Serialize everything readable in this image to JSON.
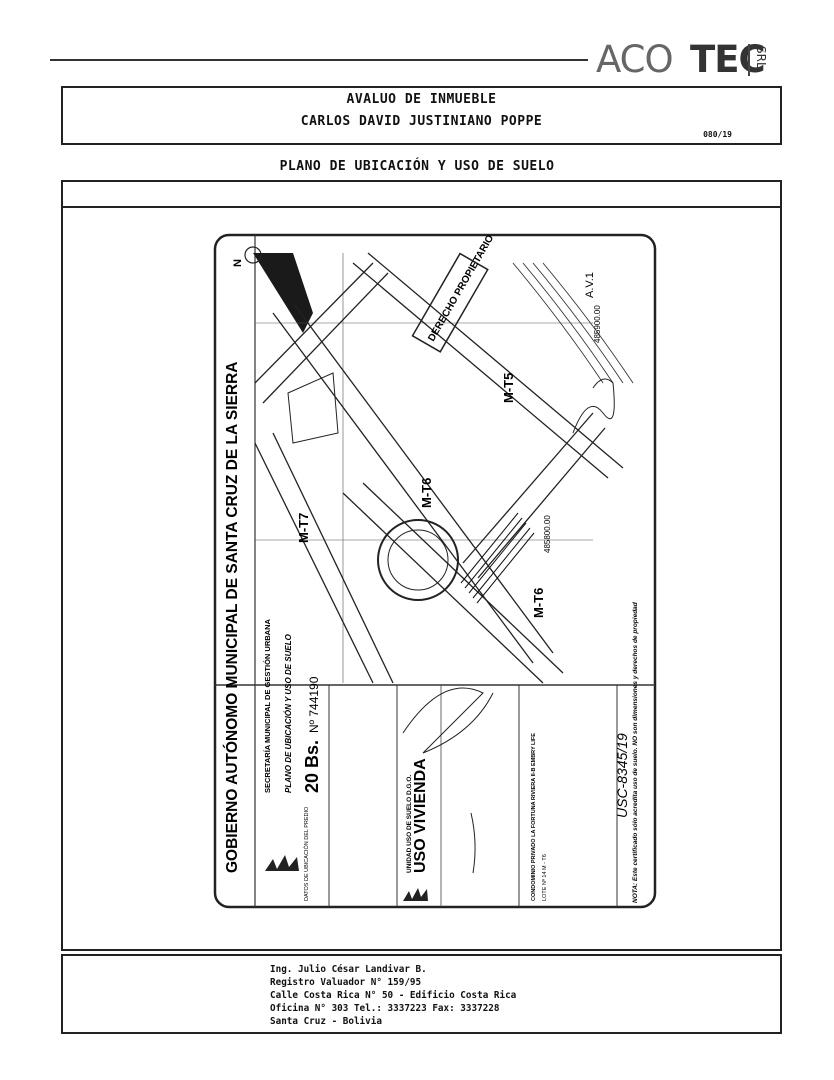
{
  "logo": {
    "part1": "ACO",
    "part2": "TEC",
    "suffix": "SRL."
  },
  "header": {
    "title": "AVALUO DE INMUEBLE",
    "owner": "CARLOS DAVID JUSTINIANO POPPE",
    "reference": "080/19"
  },
  "section_title": "PLANO DE UBICACIÓN Y USO DE SUELO",
  "plan": {
    "government": "GOBIERNO AUTÓNOMO MUNICIPAL DE SANTA CRUZ DE LA SIERRA",
    "secretaria": "SECRETARÍA MUNICIPAL DE GESTIÓN URBANA",
    "document": "PLANO DE UBICACIÓN Y USO DE SUELO",
    "price": "20 Bs.",
    "number": "Nº 744190",
    "blocks": [
      "M-T5",
      "M-T6",
      "M-T7",
      "M-T6"
    ],
    "avenue": "A.V.1",
    "coord1": "485900.00",
    "coord2": "485800.00",
    "stamp_type": "USO VIVIENDA",
    "stamp_label": "UNIDAD USO DE SUELO D.G.O.",
    "approved": "DERECHO PROPIETARIO",
    "handwritten_code": "USC-8345/19",
    "note": "NOTA: Este certificado sólo acredita uso de suelo. NO son dimensiones y derechos de propiedad",
    "lote": "LOTE Nº 14 M - T6",
    "datos": "DATOS DE UBICACIÓN DEL PREDIO",
    "colindancias": "CONDOMINIO PRIVADO LA FORTUNA RIVIERA II-B EMBRY LIFE"
  },
  "footer": {
    "line1": "Ing. Julio César Landivar B.",
    "line2": "Registro Valuador N° 159/95",
    "line3": "Calle Costa Rica N° 50 - Edificio Costa Rica",
    "line4": "Oficina N° 303 Tel.: 3337223 Fax: 3337228",
    "line5": "Santa Cruz - Bolivia"
  }
}
